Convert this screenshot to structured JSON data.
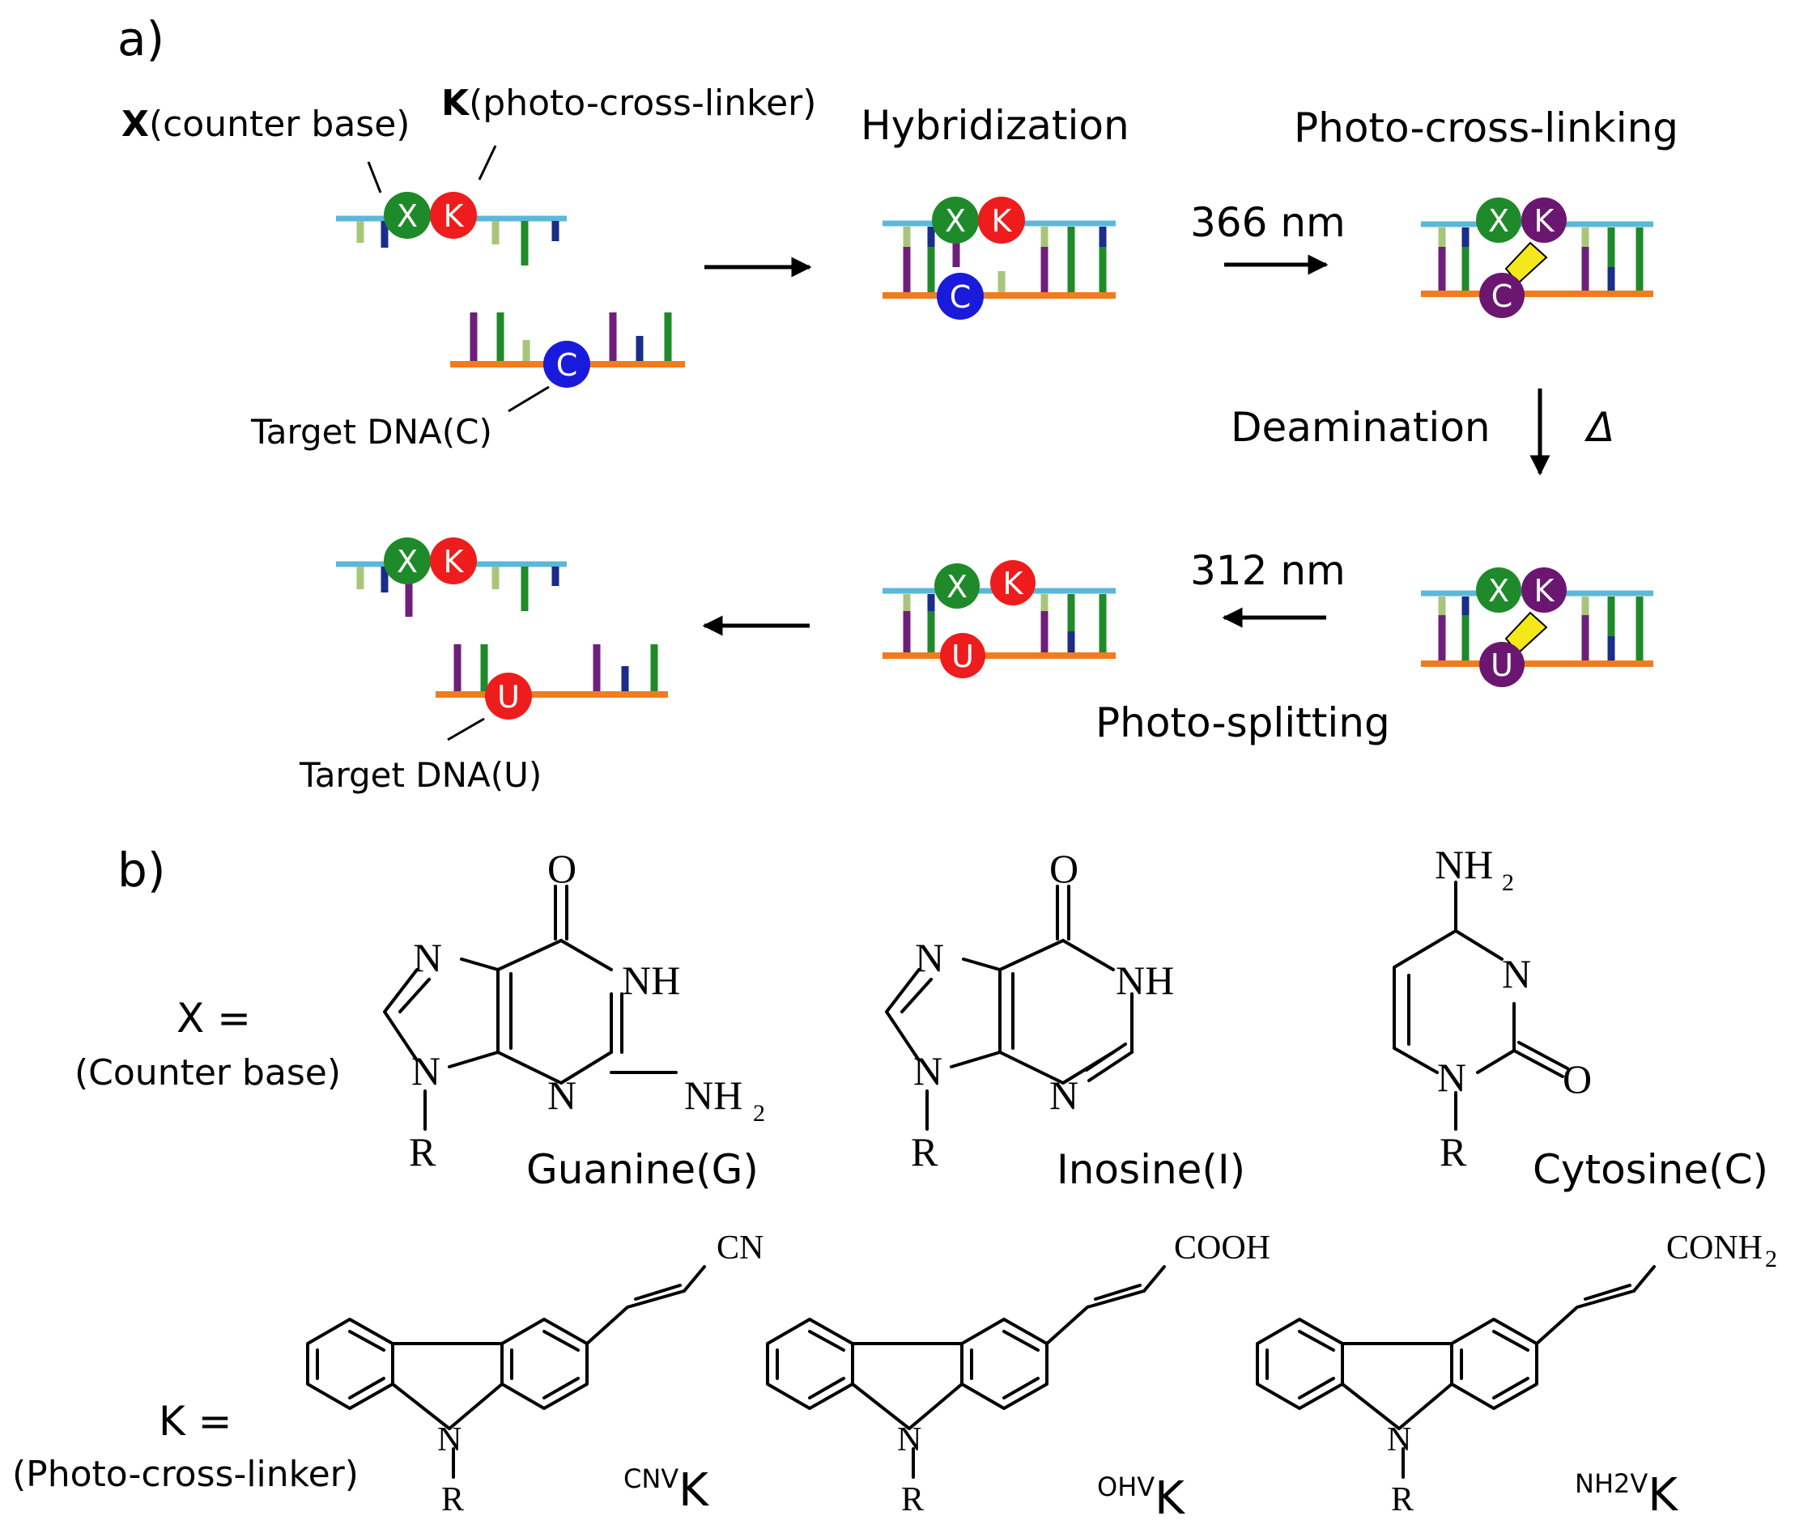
{
  "panel_a": {
    "label": "a)",
    "x_annotation": {
      "bold": "X",
      "rest": "(counter base)"
    },
    "k_annotation": {
      "bold": "K",
      "rest": "(photo-cross-linker)"
    },
    "target_c_label": "Target DNA(C)",
    "target_u_label": "Target DNA(U)",
    "hybridization": "Hybridization",
    "photo_cross_linking": "Photo-cross-linking",
    "wavelength_366": "366 nm",
    "deamination": "Deamination",
    "heat_symbol": "Δ",
    "wavelength_312": "312 nm",
    "photo_splitting": "Photo-splitting",
    "base_letters": {
      "X": "X",
      "K": "K",
      "C": "C",
      "U": "U"
    }
  },
  "panel_b": {
    "label": "b)",
    "x_eq": "X =",
    "x_sub": "(Counter base)",
    "k_eq": "K =",
    "k_sub": "(Photo-cross-linker)",
    "guanine": "Guanine(G)",
    "inosine": "Inosine(I)",
    "cytosine": "Cytosine(C)",
    "atoms": {
      "O": "O",
      "N": "N",
      "NH": "NH",
      "NH2": "NH",
      "sub2": "2",
      "R": "R",
      "CN": "CN",
      "COOH": "COOH",
      "CONH2": "CONH"
    },
    "k_variants": [
      {
        "sup": "CNV",
        "letter": "K"
      },
      {
        "sup": "OHV",
        "letter": "K"
      },
      {
        "sup": "NH2V",
        "letter": "K"
      }
    ]
  },
  "colors": {
    "strand_top": "#5bb8d8",
    "strand_bottom": "#f07c1e",
    "base_purple": "#6e1f7a",
    "base_green": "#1f8a2a",
    "base_lightgreen": "#a8c67a",
    "base_navy": "#1a2d8a",
    "circle_green": "#1f8a2a",
    "circle_red": "#ee1c1c",
    "circle_blue": "#1a1adc",
    "circle_purple": "#6b1670",
    "crosslink_yellow": "#f4e81a"
  }
}
